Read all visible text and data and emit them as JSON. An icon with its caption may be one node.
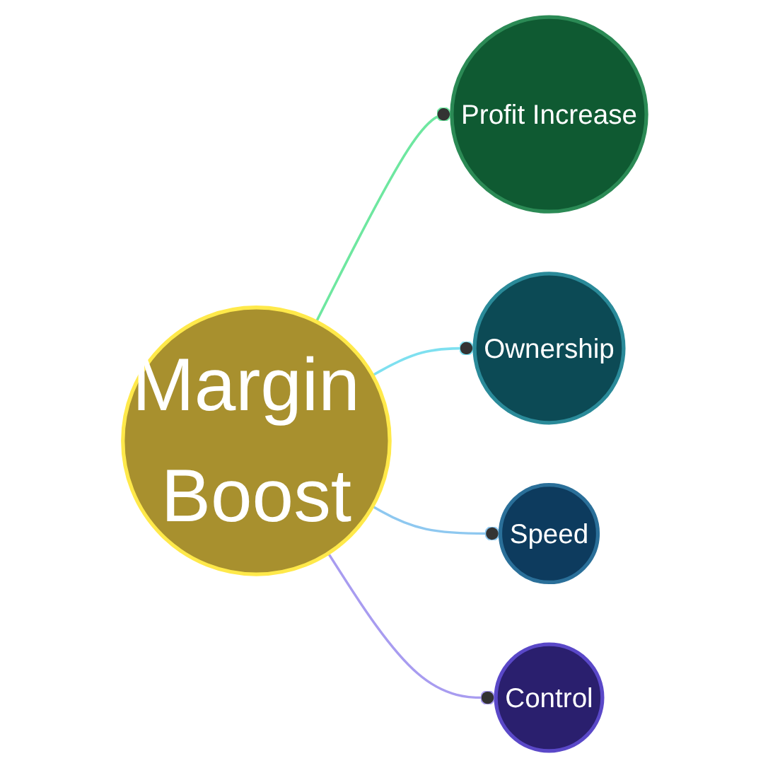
{
  "diagram": {
    "nodes": [
      {
        "text": [
          "Margin Boost"
        ]
      },
      {
        "text": [
          "Profit Increase"
        ]
      },
      {
        "text": [
          "Ownership"
        ]
      },
      {
        "text": [
          "Speed"
        ]
      },
      {
        "text": [
          "Control"
        ]
      }
    ],
    "edges": [
      {
        "from": 0,
        "to": 1,
        "arrow": "other",
        "color": "#6ee7a0"
      },
      {
        "from": 0,
        "to": 2,
        "arrow": "other",
        "color": "#7ee0f0"
      },
      {
        "from": 0,
        "to": 3,
        "arrow": "other",
        "color": "#8ec8f0"
      },
      {
        "from": 0,
        "to": 4,
        "arrow": "other",
        "color": "#a89cf0"
      }
    ]
  }
}
